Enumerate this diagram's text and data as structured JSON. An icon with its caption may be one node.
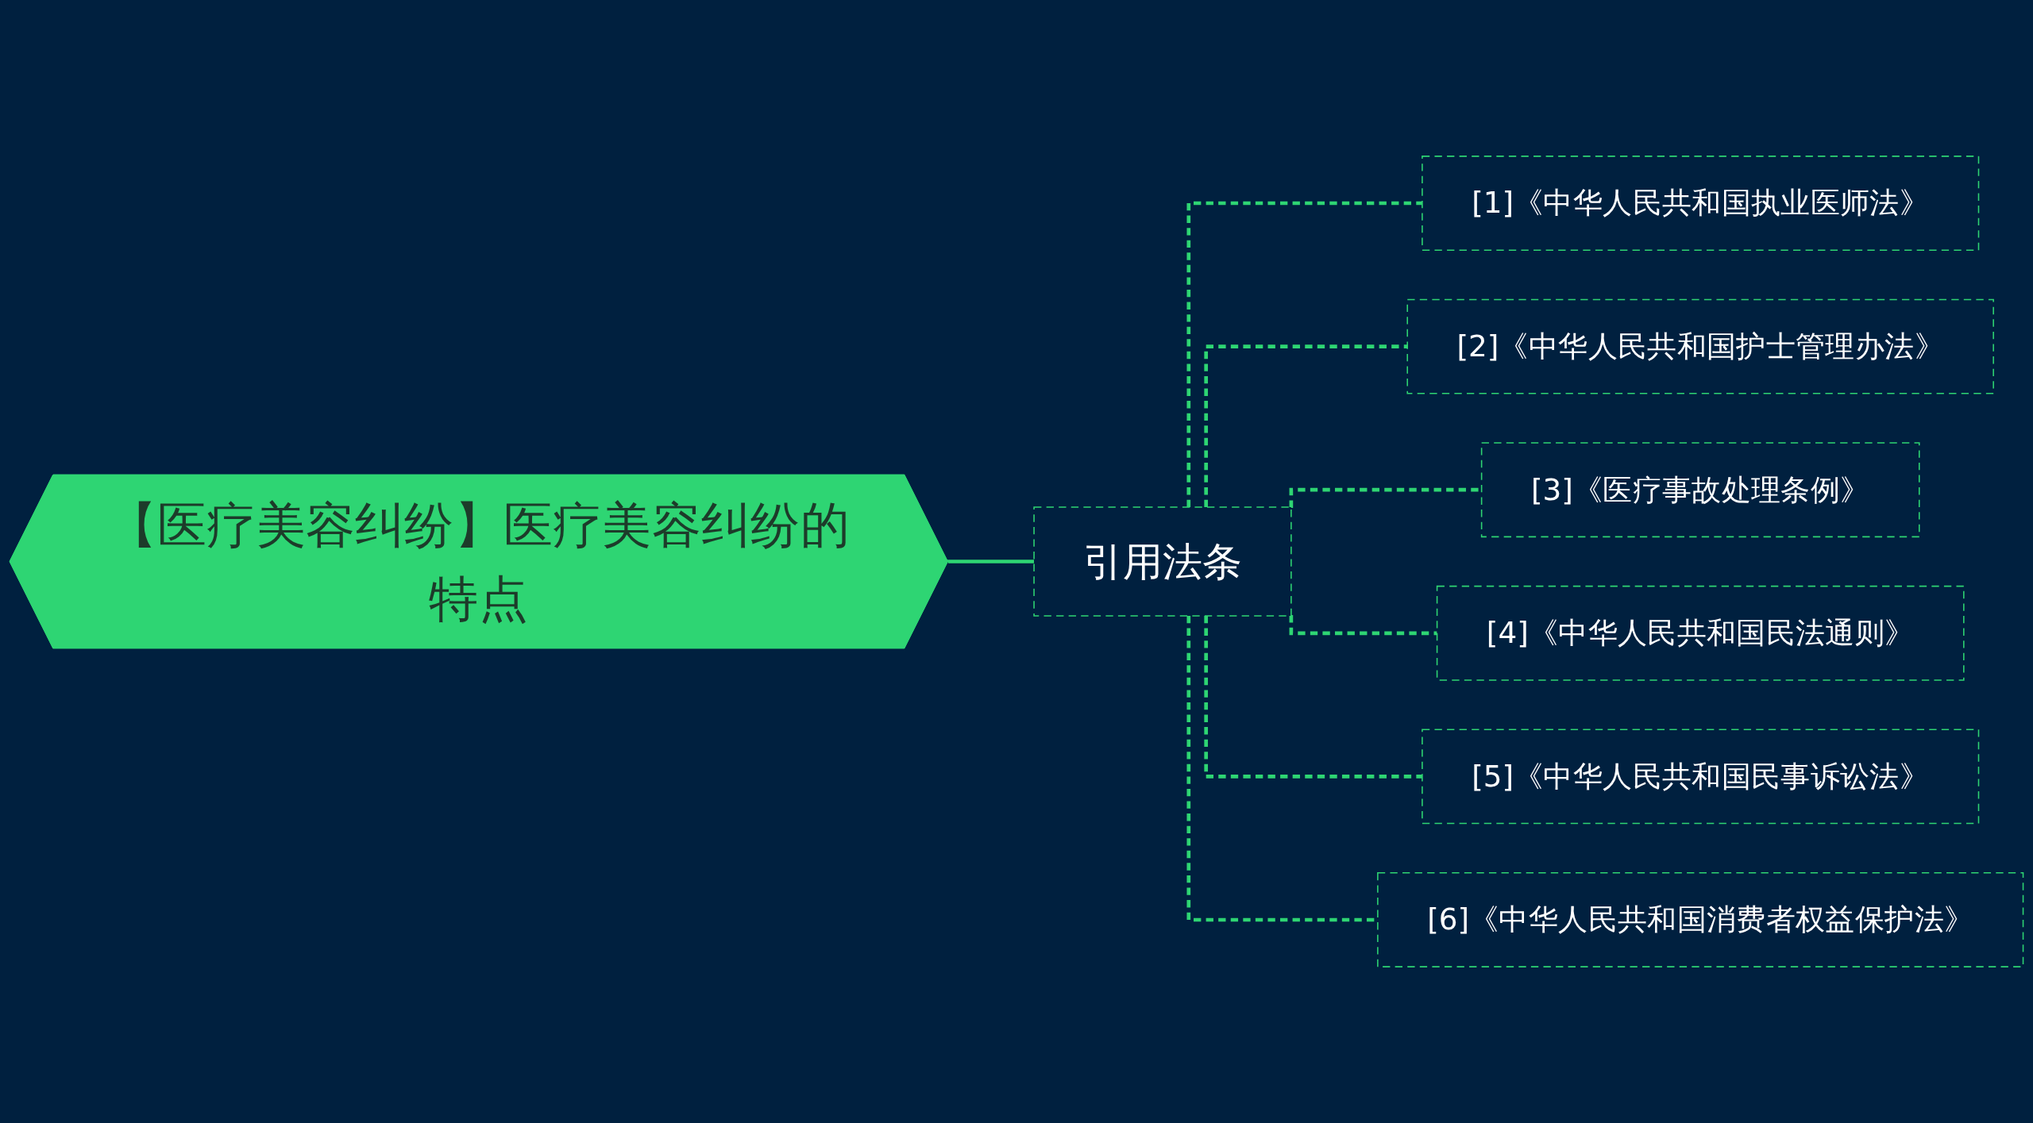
{
  "diagram": {
    "nodes": [
      {
        "text": [
          "【医疗美容纠纷】医疗美容纠纷的特点"
        ]
      },
      {
        "text": [
          "引用法条"
        ]
      },
      {
        "text": [
          "[1]《中华人民共和国执业医师法》"
        ]
      },
      {
        "text": [
          "[2]《中华人民共和国护士管理办法》"
        ]
      },
      {
        "text": [
          "[3]《医疗事故处理条例》"
        ]
      },
      {
        "text": [
          "[4]《中华人民共和国民法通则》"
        ]
      },
      {
        "text": [
          "[5]《中华人民共和国民事诉讼法》"
        ]
      },
      {
        "text": [
          "[6]《中华人民共和国消费者权益保护法》"
        ]
      }
    ],
    "edges": [
      {
        "from": 0,
        "to": 1,
        "arrow": "none"
      },
      {
        "from": 1,
        "to": 2,
        "arrow": "none",
        "style": "dashed"
      },
      {
        "from": 1,
        "to": 3,
        "arrow": "none",
        "style": "dashed"
      },
      {
        "from": 1,
        "to": 4,
        "arrow": "none",
        "style": "dashed"
      },
      {
        "from": 1,
        "to": 5,
        "arrow": "none",
        "style": "dashed"
      },
      {
        "from": 1,
        "to": 6,
        "arrow": "none",
        "style": "dashed"
      },
      {
        "from": 1,
        "to": 7,
        "arrow": "none",
        "style": "dashed"
      }
    ]
  }
}
